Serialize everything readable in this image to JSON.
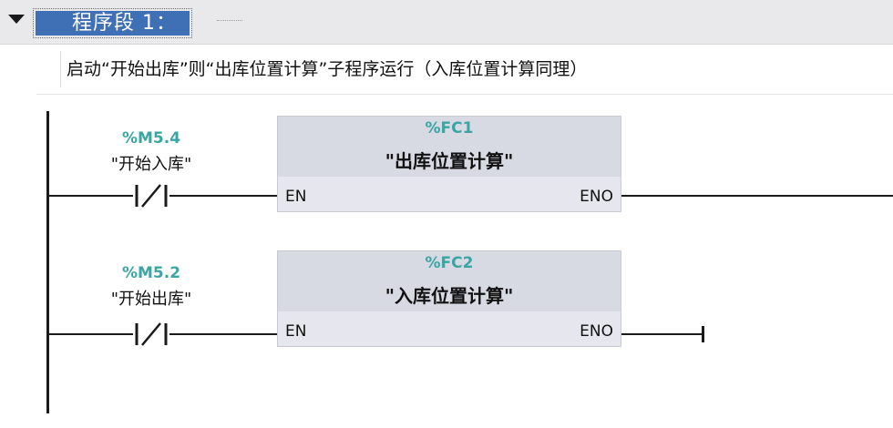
{
  "network": {
    "title": "程序段 1：",
    "comment": "启动“开始出库”则“出库位置计算”子程序运行（入库位置计算同理）"
  },
  "rungs": [
    {
      "contact": {
        "address": "%M5.4",
        "tag": "\"开始入库\""
      },
      "block": {
        "address": "%FC1",
        "name": "\"出库位置计算\"",
        "en": "EN",
        "eno": "ENO"
      }
    },
    {
      "contact": {
        "address": "%M5.2",
        "tag": "\"开始出库\""
      },
      "block": {
        "address": "%FC2",
        "name": "\"入库位置计算\"",
        "en": "EN",
        "eno": "ENO"
      }
    }
  ],
  "colors": {
    "title_bg": "#3f6fb5",
    "address_text": "#3aa6a3",
    "block_bg": "#d9dbe5",
    "wire": "#1a1a1a"
  }
}
